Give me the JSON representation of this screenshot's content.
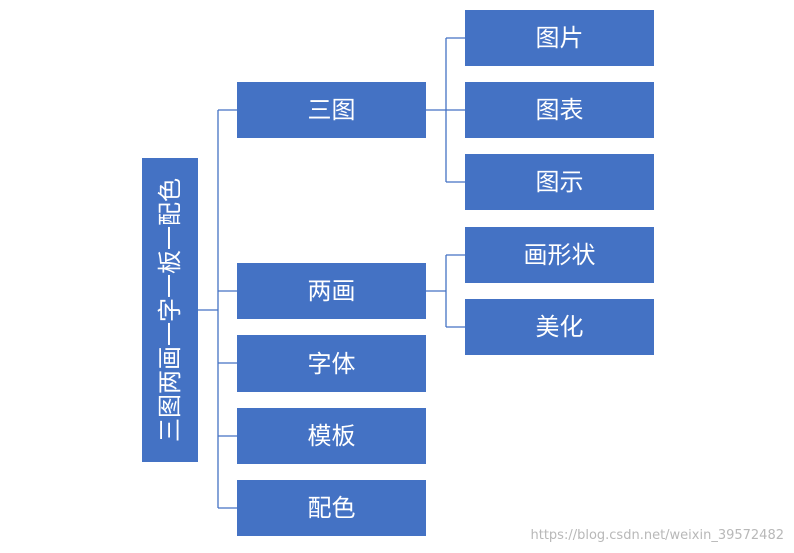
{
  "root": {
    "label": "三图两画一字一板一配色"
  },
  "level1": [
    {
      "label": "三图"
    },
    {
      "label": "两画"
    },
    {
      "label": "字体"
    },
    {
      "label": "模板"
    },
    {
      "label": "配色"
    }
  ],
  "level2": {
    "santu": [
      {
        "label": "图片"
      },
      {
        "label": "图表"
      },
      {
        "label": "图示"
      }
    ],
    "lianghua": [
      {
        "label": "画形状"
      },
      {
        "label": "美化"
      }
    ]
  },
  "watermark": "https://blog.csdn.net/weixin_39572482",
  "colors": {
    "box": "#4472C4",
    "text": "#FFFFFF",
    "connector": "#4472C4"
  }
}
